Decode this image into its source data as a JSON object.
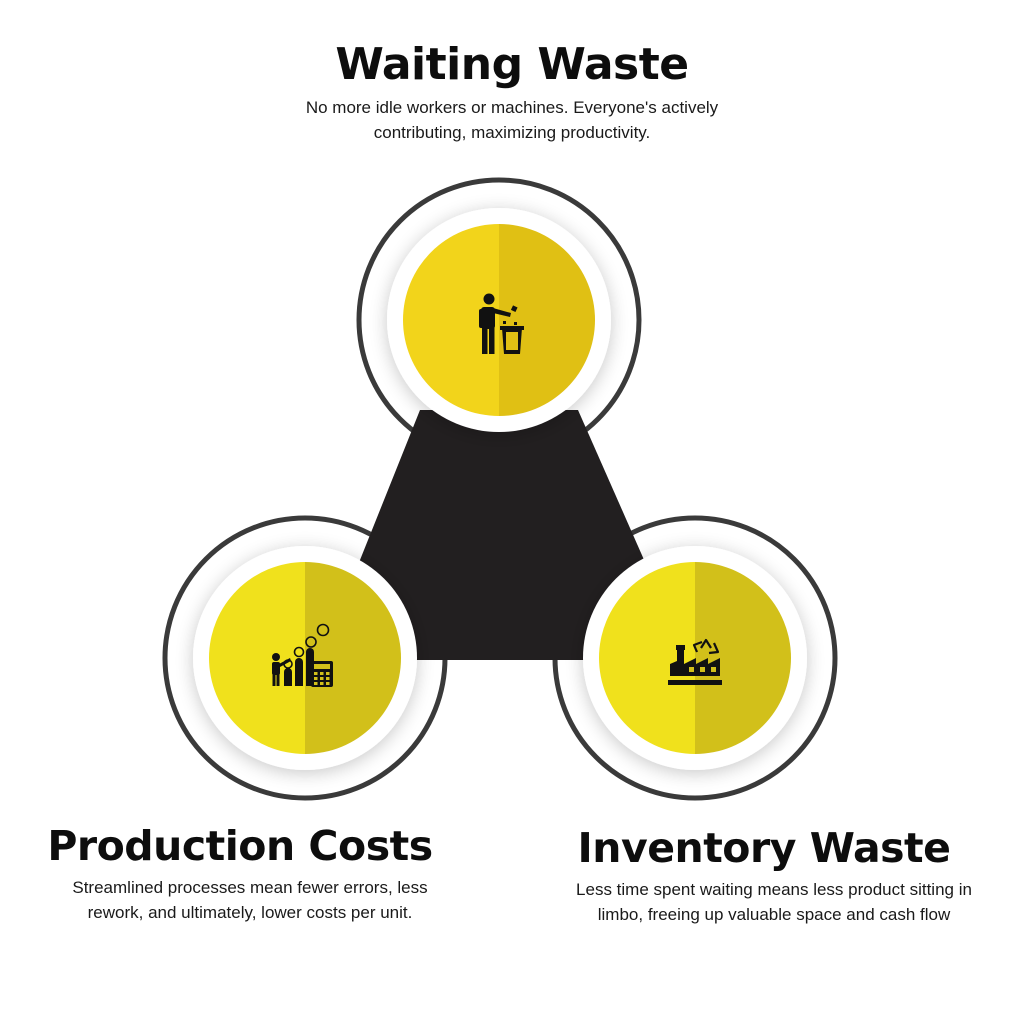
{
  "nodes": [
    {
      "id": "top",
      "title": "Waiting Waste",
      "description_lines": [
        "No more idle workers or machines. Everyone's actively",
        "contributing, maximizing productivity."
      ],
      "icon": "person-throwing-trash-icon"
    },
    {
      "id": "left",
      "title": "Production Costs",
      "description_lines": [
        "Streamlined processes mean fewer errors, less",
        "rework, and ultimately, lower costs per unit."
      ],
      "icon": "cost-growth-calculator-icon"
    },
    {
      "id": "right",
      "title": "Inventory Waste",
      "description_lines": [
        "Less time spent waiting means less product sitting in",
        "limbo, freeing up valuable space and cash flow"
      ],
      "icon": "factory-recycle-icon"
    }
  ],
  "colors": {
    "circle_yellow_light": "#f2d41b",
    "circle_yellow_dark": "#e0c014",
    "circle_yellow2_light": "#f0e11c",
    "circle_yellow2_dark": "#d2c01a",
    "center_triangle": "#221f20",
    "ring_stroke": "#3a3a3a",
    "icon": "#111111"
  }
}
